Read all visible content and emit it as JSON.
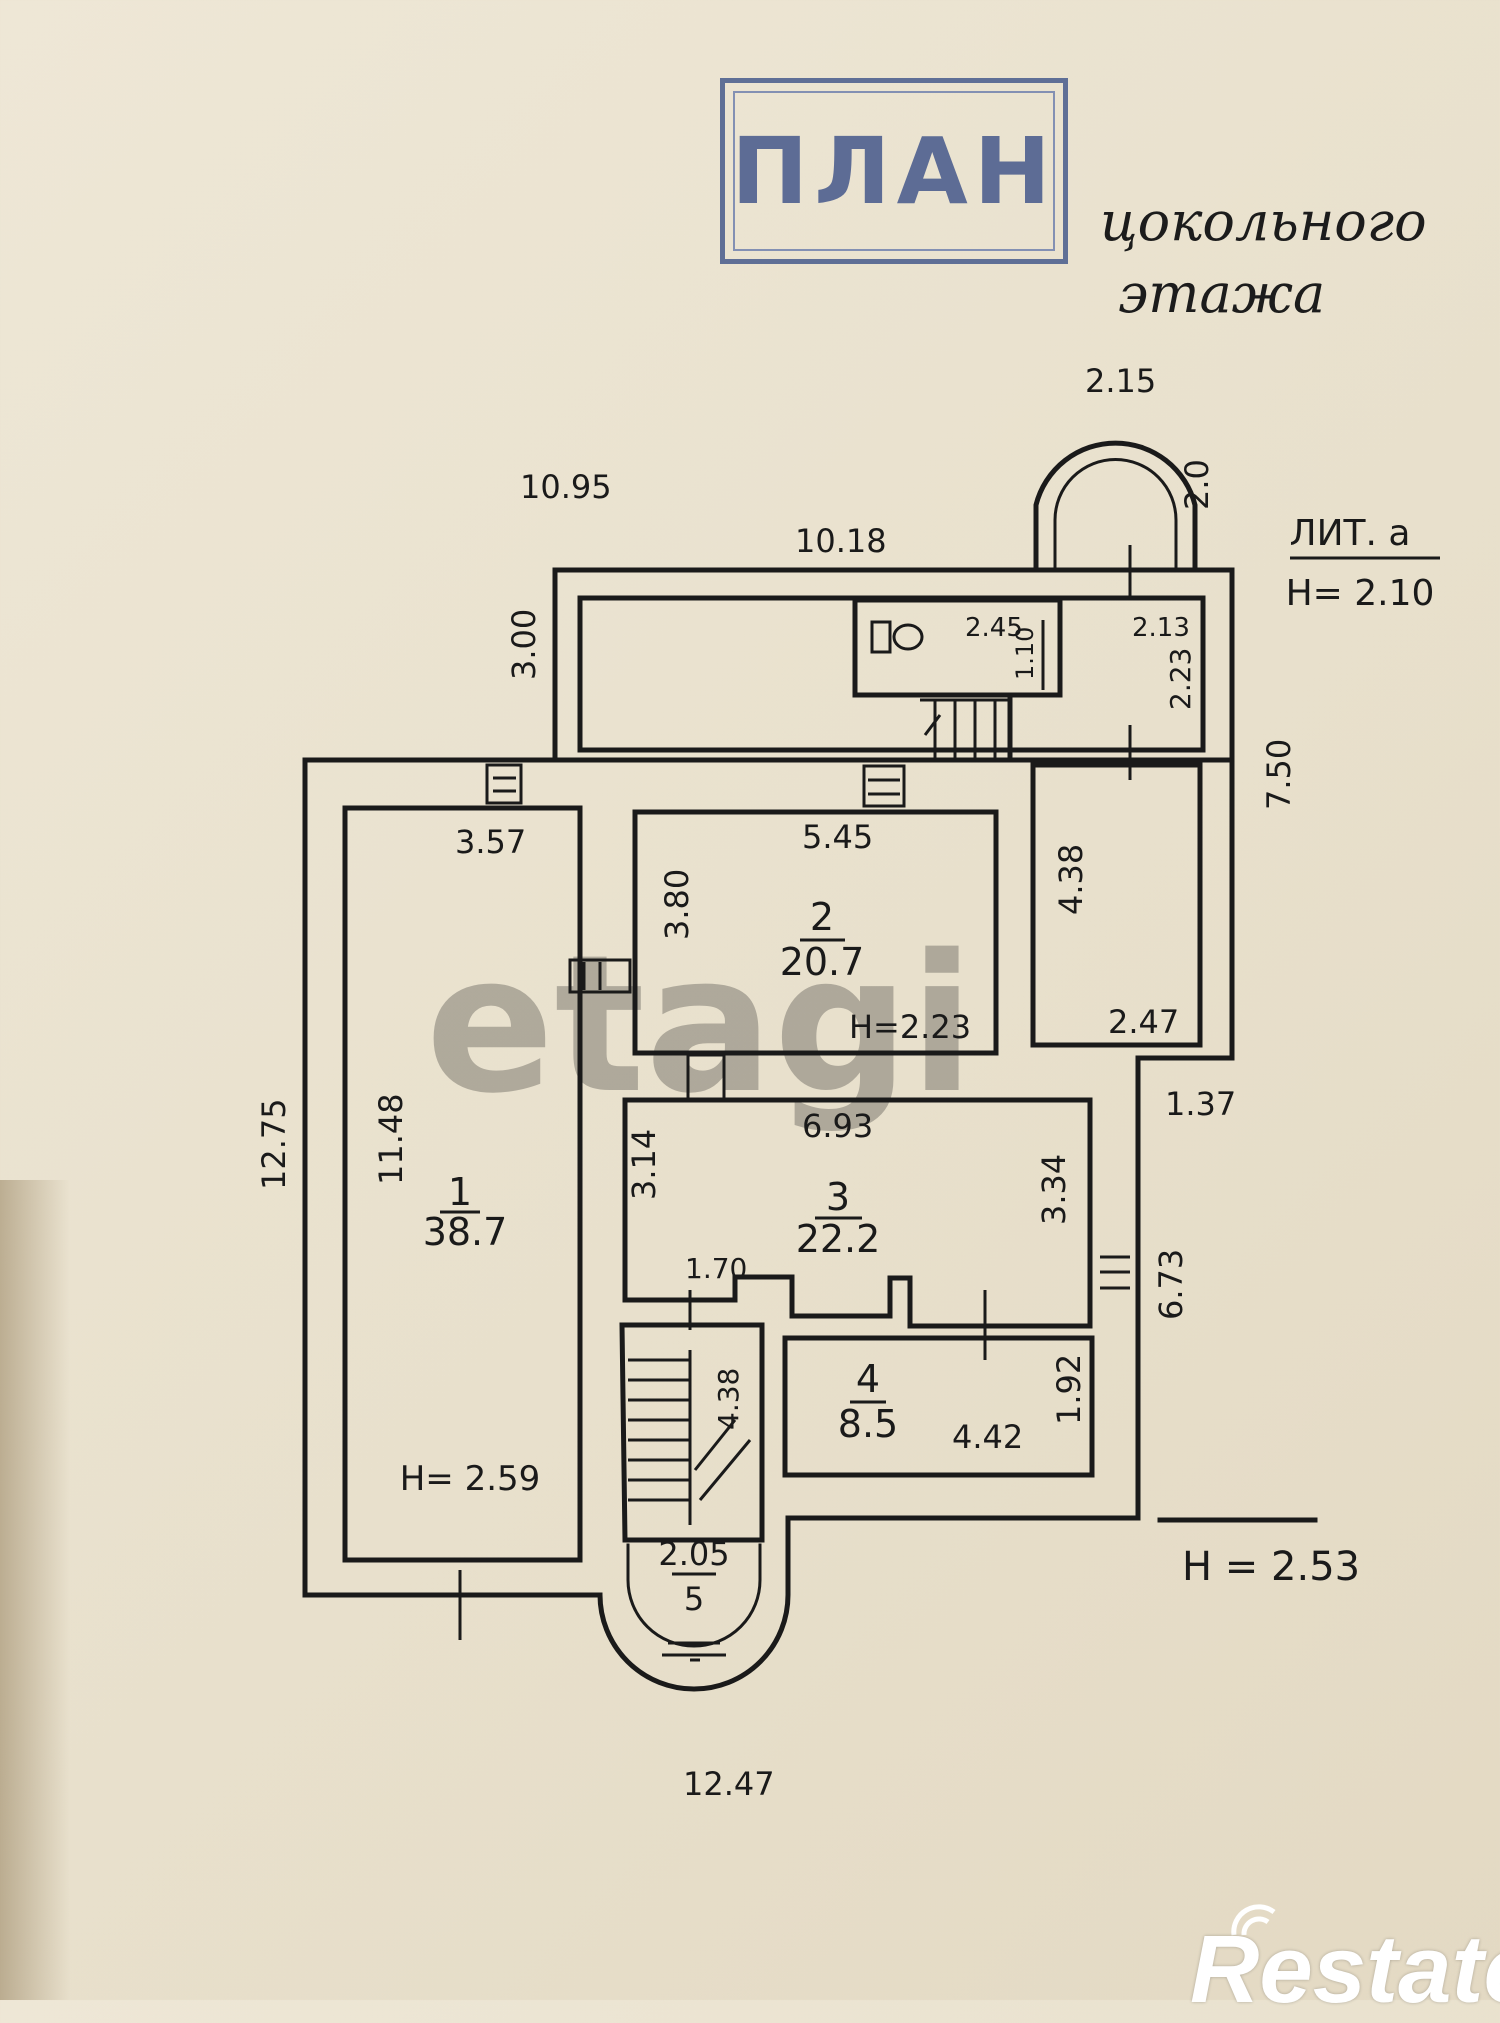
{
  "stamp": {
    "title": "ПЛАН"
  },
  "subtitle": {
    "line1": "цокольного",
    "line2": "этажа"
  },
  "liter": {
    "name": "ЛИТ. а",
    "height": "Н= 2.10"
  },
  "overall_height": "Н = 2.53",
  "dimensions": {
    "top_total": "10.95",
    "top_inner": "10.18",
    "porch_width": "2.15",
    "porch_depth": "2.0",
    "left_total": "12.75",
    "upper_wing_depth": "3.00",
    "right_total": "7.50",
    "right_offset": "1.37",
    "right_lower": "6.73",
    "bottom_total": "12.47"
  },
  "rooms": [
    {
      "number": "1",
      "area": "38.7",
      "length": "11.48",
      "width": "3.57",
      "height": "Н= 2.59"
    },
    {
      "number": "2",
      "area": "20.7",
      "width": "5.45",
      "length": "3.80",
      "height": "Н=2.23"
    },
    {
      "number": "3",
      "area": "22.2",
      "width": "6.93",
      "left": "3.14",
      "right": "3.34",
      "notch": "1.70"
    },
    {
      "number": "4",
      "area": "8.5",
      "width": "4.42",
      "depth": "1.92"
    },
    {
      "number": "5",
      "area": "2.05"
    }
  ],
  "annex": {
    "wc_width": "2.45",
    "wc_depth": "1.10",
    "hall_width": "2.13",
    "hall_depth": "2.23",
    "side_room_length": "4.38",
    "side_room_width": "2.47",
    "stair_length": "4.38"
  },
  "watermark": "etagi",
  "brand": "Restate"
}
